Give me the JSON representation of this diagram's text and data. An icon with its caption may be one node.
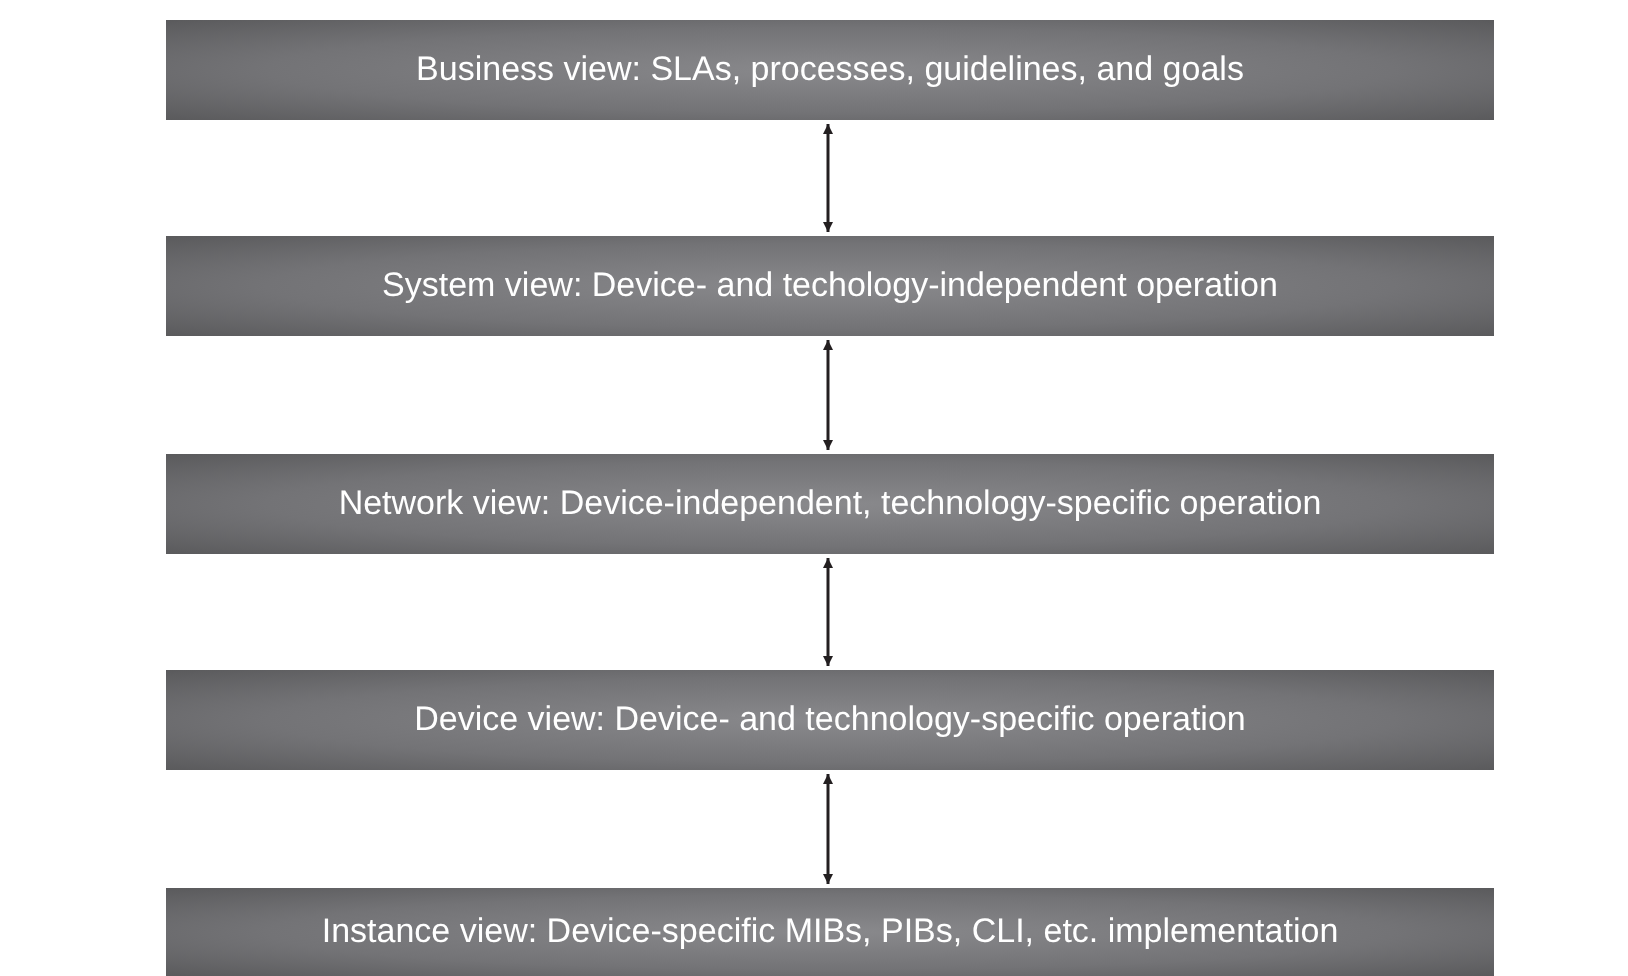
{
  "diagram": {
    "nodes": [
      {
        "text": [
          "Business view: SLAs, processes, guidelines, and goals"
        ]
      },
      {
        "text": [
          "System view: Device- and techology-independent operation"
        ]
      },
      {
        "text": [
          "Network view: Device-independent, technology-specific operation"
        ]
      },
      {
        "text": [
          "Device view: Device- and technology-specific operation"
        ]
      },
      {
        "text": [
          "Instance view: Device-specific MIBs, PIBs, CLI, etc. implementation"
        ]
      }
    ],
    "edges": [
      {
        "from": 0,
        "to": 1,
        "arrow": "both"
      },
      {
        "from": 1,
        "to": 2,
        "arrow": "both"
      },
      {
        "from": 2,
        "to": 3,
        "arrow": "both"
      },
      {
        "from": 3,
        "to": 4,
        "arrow": "both"
      }
    ]
  }
}
